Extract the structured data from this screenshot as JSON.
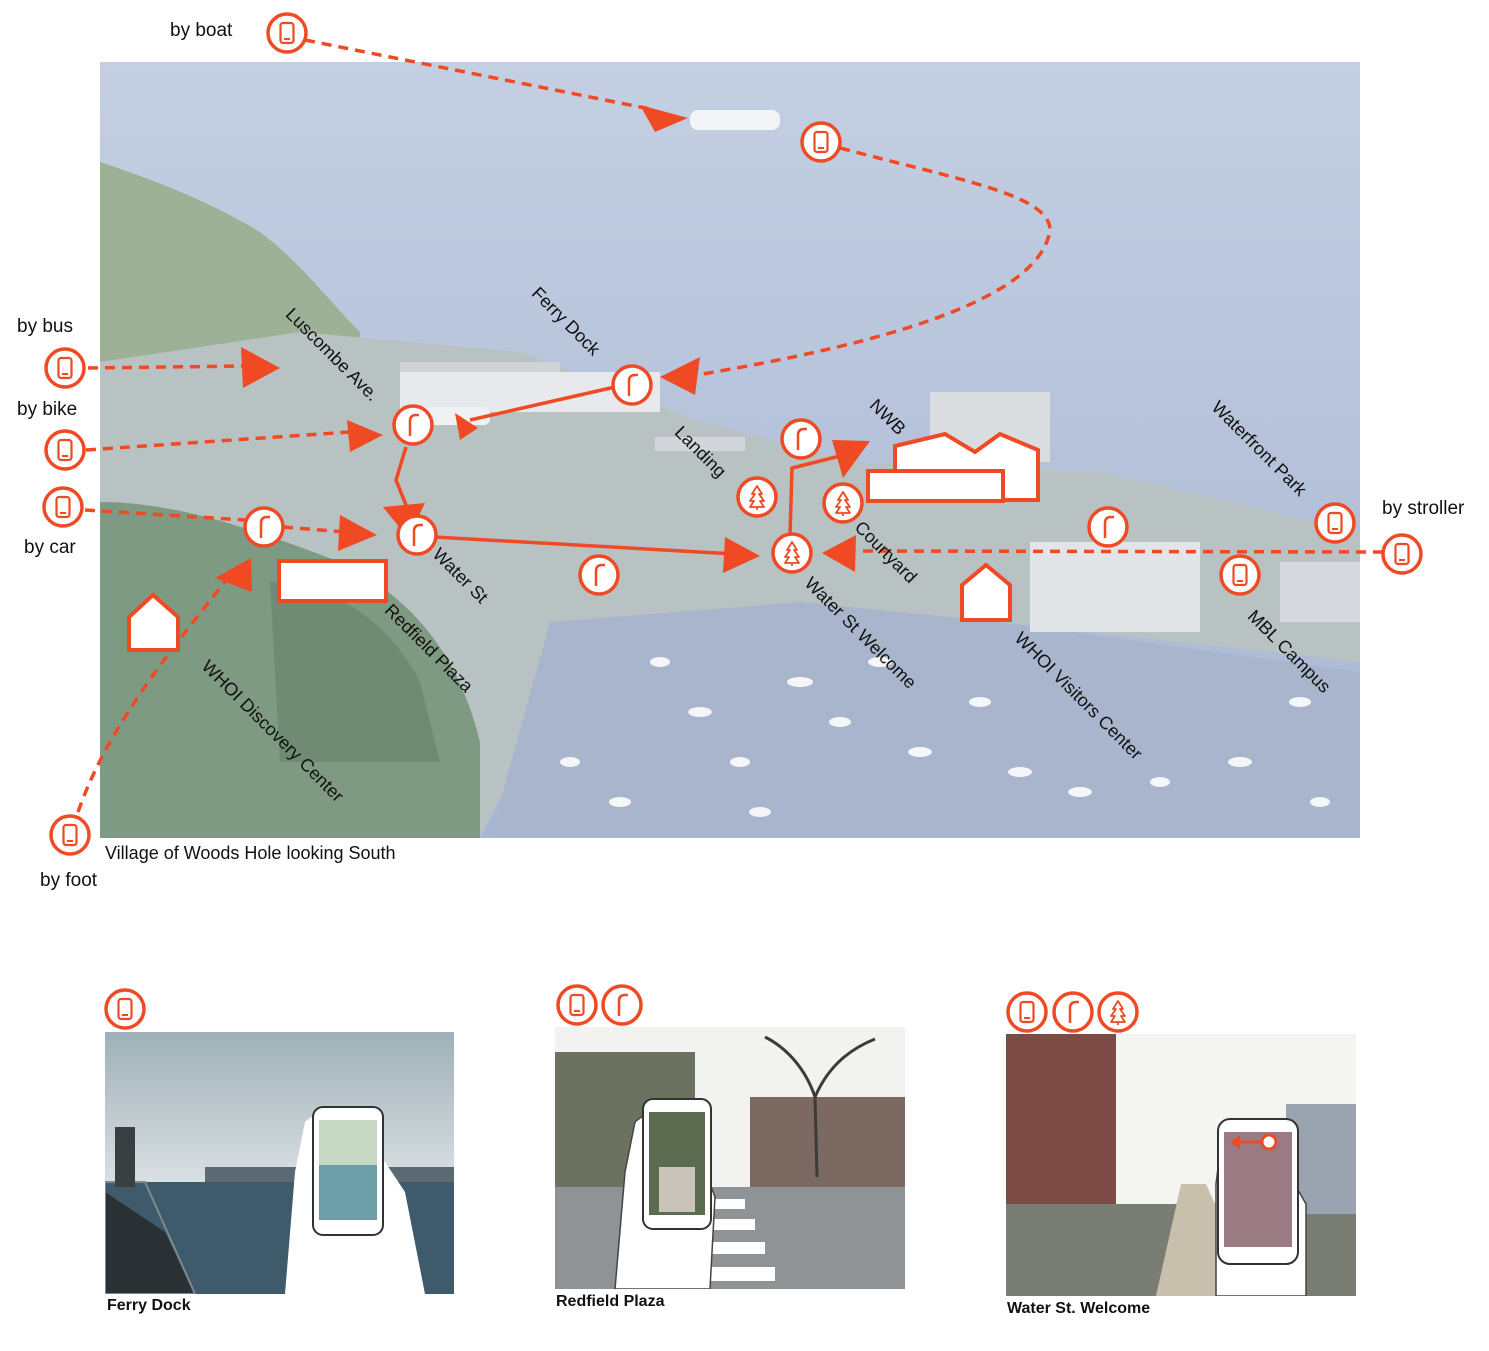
{
  "map": {
    "caption": "Village of Woods Hole looking South",
    "colors": {
      "accent": "#f04a24",
      "water": "#a9b8d3",
      "land": "#9fb59a"
    },
    "modes": {
      "boat": "by boat",
      "bus": "by bus",
      "bike": "by bike",
      "car": "by car",
      "foot": "by foot",
      "stroller": "by stroller"
    },
    "places": {
      "ferry_dock": "Ferry Dock",
      "luscombe": "Luscombe Ave.",
      "landing": "Landing",
      "nwb": "NWB",
      "waterfront_park": "Waterfront Park",
      "courtyard": "Courtyard",
      "water_st": "Water St",
      "redfield_plaza": "Redfield Plaza",
      "whoi_discovery": "WHOI Discovery Center",
      "water_st_welcome": "Water St Welcome",
      "whoi_visitors": "WHOI Visitors Center",
      "mbl_campus": "MBL Campus"
    },
    "icons": [
      "phone-icon",
      "streetlight-icon",
      "tree-icon",
      "house-icon"
    ]
  },
  "photos": [
    {
      "title": "Ferry Dock",
      "icons": [
        "phone-icon"
      ]
    },
    {
      "title": "Redfield Plaza",
      "icons": [
        "phone-icon",
        "streetlight-icon"
      ]
    },
    {
      "title": "Water St. Welcome",
      "icons": [
        "phone-icon",
        "streetlight-icon",
        "tree-icon"
      ]
    }
  ]
}
